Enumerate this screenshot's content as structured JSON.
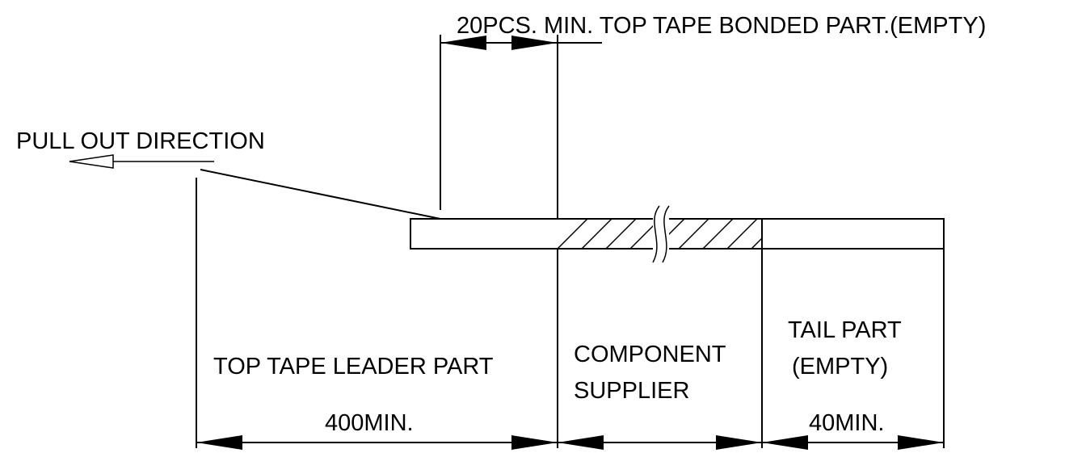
{
  "labels": {
    "bonded_part": "20PCS. MIN. TOP TAPE BONDED PART.(EMPTY)",
    "pull_out": "PULL OUT DIRECTION",
    "leader_part": "TOP TAPE LEADER PART",
    "component_line1": "COMPONENT",
    "component_line2": "SUPPLIER",
    "tail_line1": "TAIL PART",
    "tail_line2": "(EMPTY)",
    "dim_leader": "400MIN.",
    "dim_tail": "40MIN."
  },
  "colors": {
    "ink": "#000000",
    "background": "#ffffff"
  }
}
